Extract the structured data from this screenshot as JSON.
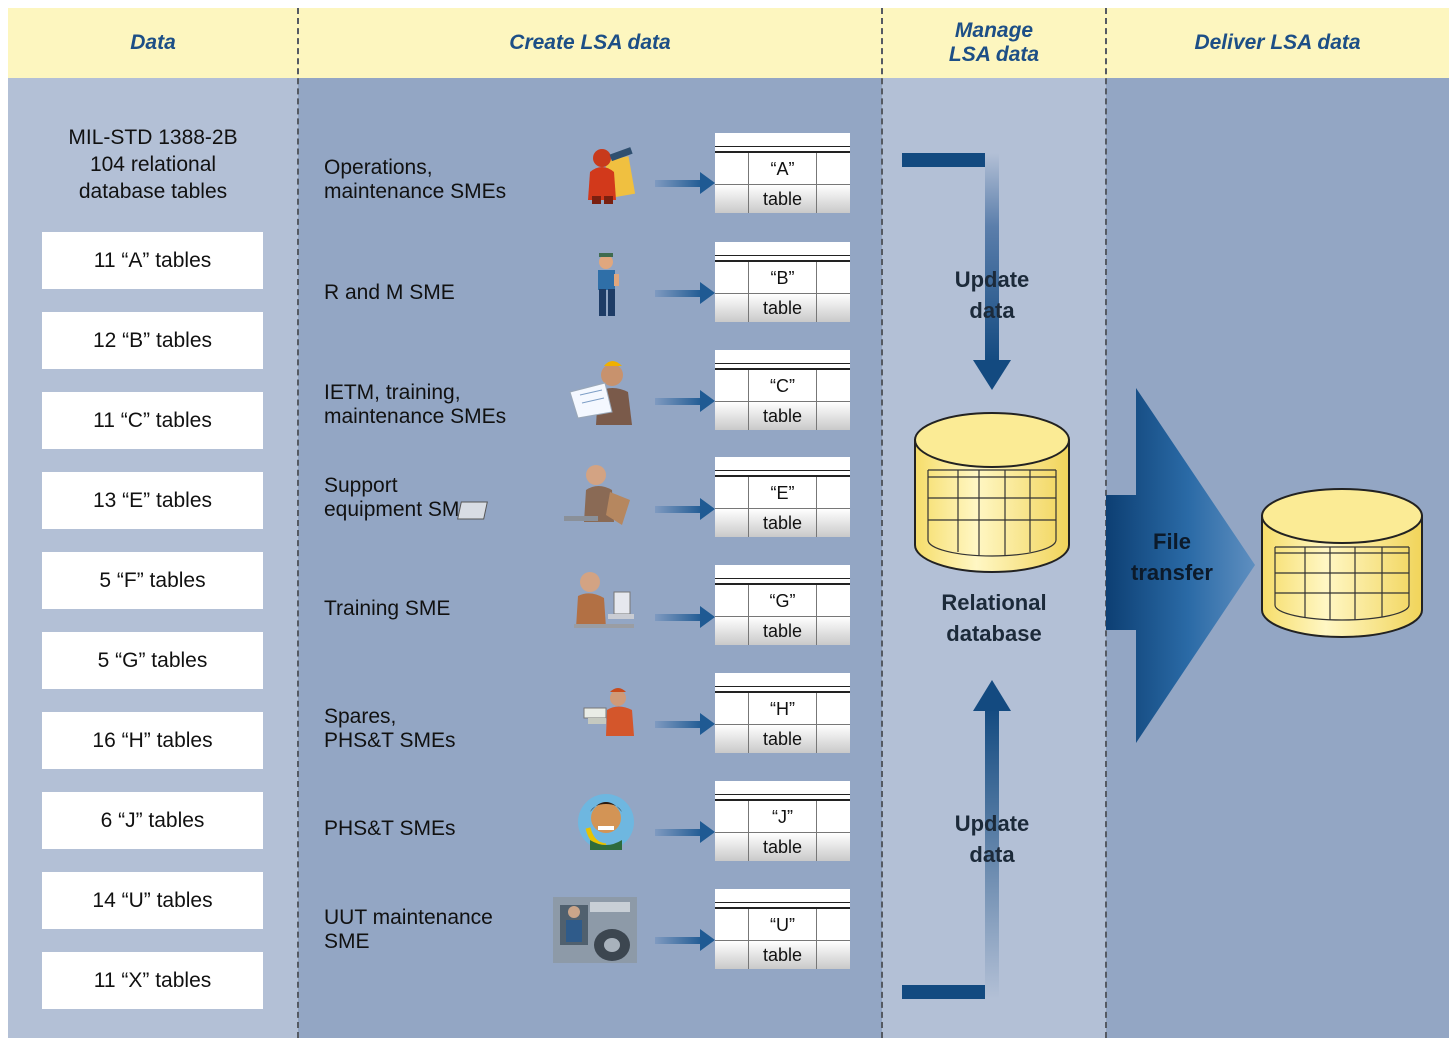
{
  "headers": {
    "data": "Data",
    "create": "Create LSA data",
    "manage": "Manage\nLSA data",
    "deliver": "Deliver LSA data"
  },
  "data_column": {
    "title": "MIL-STD 1388-2B\n104 relational\ndatabase tables",
    "boxes": [
      "11 “A” tables",
      "12 “B” tables",
      "11 “C” tables",
      "13 “E” tables",
      "5 “F” tables",
      "5 “G” tables",
      "16 “H” tables",
      "6 “J” tables",
      "14 “U” tables",
      "11 “X” tables"
    ]
  },
  "create_column": {
    "rows": [
      {
        "sme": "Operations,\nmaintenance SMEs",
        "table_letter": "“A”",
        "table_word": "table",
        "icon": "operator-icon"
      },
      {
        "sme": "R and M SME",
        "table_letter": "“B”",
        "table_word": "table",
        "icon": "technician-icon"
      },
      {
        "sme": "IETM, training,\nmaintenance SMEs",
        "table_letter": "“C”",
        "table_word": "table",
        "icon": "engineer-blueprint-icon"
      },
      {
        "sme": "Support\nequipment SME",
        "table_letter": "“E”",
        "table_word": "table",
        "icon": "laptop-user-icon"
      },
      {
        "sme": "Training SME",
        "table_letter": "“G”",
        "table_word": "table",
        "icon": "computer-user-icon"
      },
      {
        "sme": "Spares,\nPHS&T SMEs",
        "table_letter": "“H”",
        "table_word": "table",
        "icon": "delivery-person-icon"
      },
      {
        "sme": "PHS&T SMEs",
        "table_letter": "“J”",
        "table_word": "table",
        "icon": "phone-user-icon"
      },
      {
        "sme": "UUT maintenance\nSME",
        "table_letter": "“U”",
        "table_word": "table",
        "icon": "mechanic-photo-icon"
      }
    ]
  },
  "manage_column": {
    "update_top": "Update\ndata",
    "update_bottom": "Update\ndata",
    "db_label": "Relational\ndatabase"
  },
  "deliver_column": {
    "transfer_label": "File\ntransfer"
  },
  "colors": {
    "header_band": "#fdf6bf",
    "header_text": "#1d4f86",
    "data_col": "#b3c0d6",
    "create_col": "#93a6c4",
    "manage_col": "#b3c0d6",
    "deliver_col": "#93a6c4",
    "arrow_blue": "#134a80",
    "db_yellow": "#f9e98d"
  }
}
